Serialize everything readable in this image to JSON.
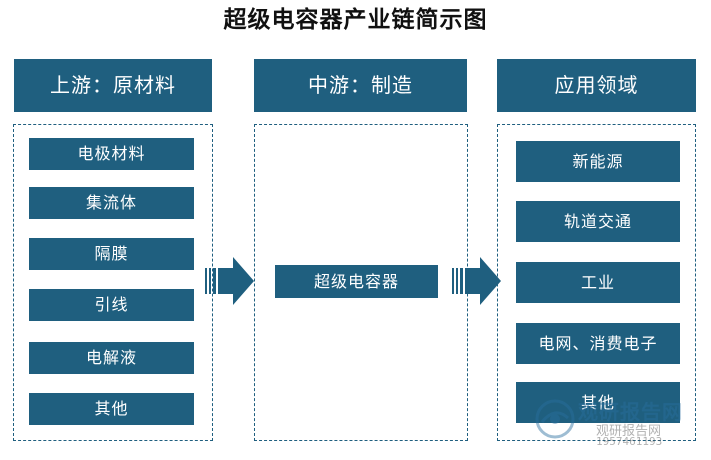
{
  "title": "超级电容器产业链简示图",
  "columns": {
    "upstream": {
      "header": "上游：原材料",
      "items": [
        "电极材料",
        "集流体",
        "隔膜",
        "引线",
        "电解液",
        "其他"
      ]
    },
    "midstream": {
      "header": "中游：制造",
      "items": [
        "超级电容器"
      ]
    },
    "downstream": {
      "header": "应用领域",
      "items": [
        "新能源",
        "轨道交通",
        "工业",
        "电网、消费电子",
        "其他"
      ]
    }
  },
  "watermark": {
    "line1": "观研报告网",
    "line2": "观研报告网",
    "line3": "1957461193"
  },
  "colors": {
    "primary": "#1f5f7f",
    "background": "#ffffff"
  }
}
